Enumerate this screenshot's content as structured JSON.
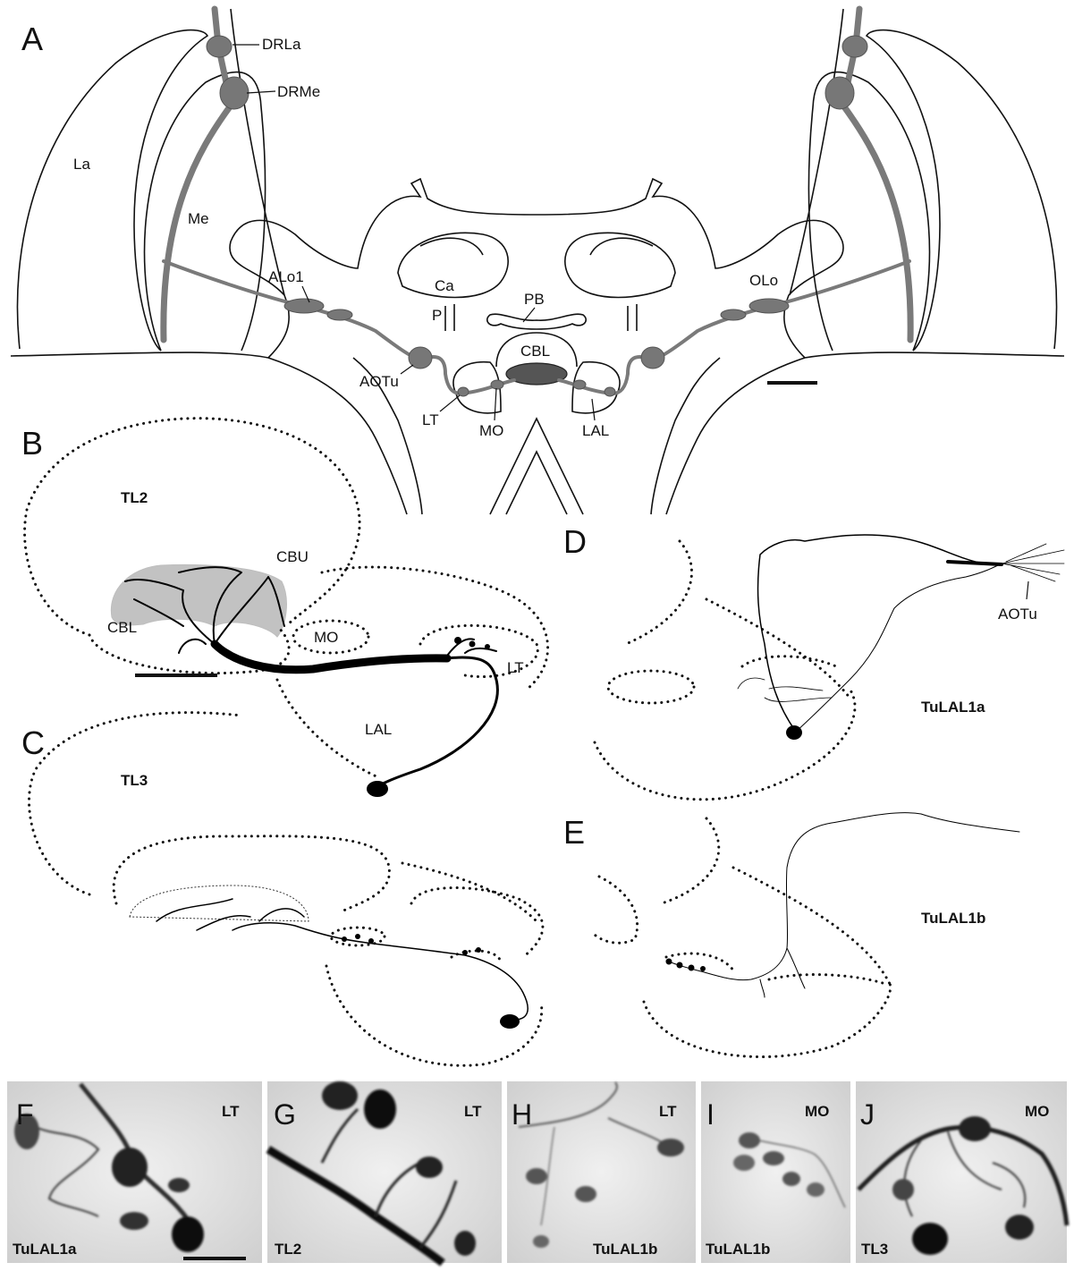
{
  "panels": {
    "A": {
      "label": "A",
      "regions": {
        "DRLa": "DRLa",
        "DRMe": "DRMe",
        "La": "La",
        "Me": "Me",
        "ALo1": "ALo1",
        "Ca": "Ca",
        "P": "P",
        "PB": "PB",
        "OLo": "OLo",
        "CBL": "CBL",
        "AOTu": "AOTu",
        "LT": "LT",
        "MO": "MO",
        "LAL": "LAL"
      }
    },
    "B": {
      "label": "B",
      "neuron": "TL2",
      "regions": {
        "CBU": "CBU",
        "CBL": "CBL",
        "MO": "MO",
        "LT": "LT",
        "LAL": "LAL"
      }
    },
    "C": {
      "label": "C",
      "neuron": "TL3"
    },
    "D": {
      "label": "D",
      "neuron": "TuLAL1a",
      "regions": {
        "AOTu": "AOTu"
      }
    },
    "E": {
      "label": "E",
      "neuron": "TuLAL1b"
    },
    "micrographs": [
      {
        "label": "F",
        "region": "LT",
        "neuron": "TuLAL1a"
      },
      {
        "label": "G",
        "region": "LT",
        "neuron": "TL2"
      },
      {
        "label": "H",
        "region": "LT",
        "neuron": "TuLAL1b"
      },
      {
        "label": "I",
        "region": "MO",
        "neuron": "TuLAL1b"
      },
      {
        "label": "J",
        "region": "MO",
        "neuron": "TL3"
      }
    ]
  }
}
